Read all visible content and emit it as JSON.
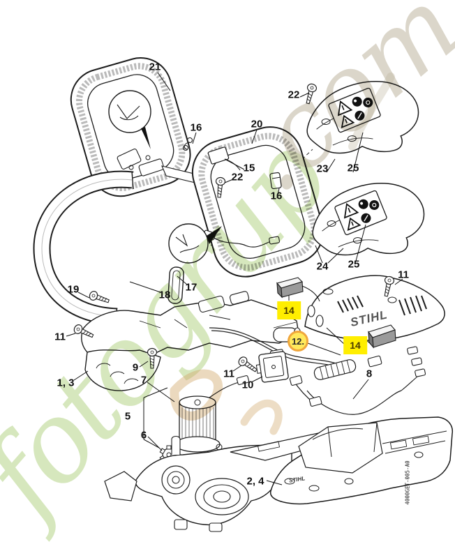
{
  "diagram": {
    "brand_logo": "STIHL",
    "image_code": "4000GET-005-A0",
    "watermark": {
      "word": "fotogrup",
      "suffix": ".com",
      "word_color": "#b5d487",
      "suffix_color": "#bdb49f"
    },
    "colors": {
      "highlight_box": "#ffee00",
      "highlight_circle_fill": "#ffe95c",
      "highlight_circle_ring": "#f0a63c",
      "line_art": "#1c1c1c"
    },
    "callouts": [
      {
        "label": "21"
      },
      {
        "label": "16"
      },
      {
        "label": "20"
      },
      {
        "label": "22"
      },
      {
        "label": "15"
      },
      {
        "label": "22"
      },
      {
        "label": "16"
      },
      {
        "label": "23"
      },
      {
        "label": "25"
      },
      {
        "label": "24"
      },
      {
        "label": "25"
      },
      {
        "label": "11"
      },
      {
        "label": "17"
      },
      {
        "label": "18"
      },
      {
        "label": "19"
      },
      {
        "label": "11"
      },
      {
        "label": "1, 3"
      },
      {
        "label": "9"
      },
      {
        "label": "7"
      },
      {
        "label": "5"
      },
      {
        "label": "6"
      },
      {
        "label": "11"
      },
      {
        "label": "10"
      },
      {
        "label": "8"
      },
      {
        "label": "2, 4"
      },
      {
        "label": "14"
      },
      {
        "label": "14"
      },
      {
        "label": "12."
      }
    ]
  }
}
